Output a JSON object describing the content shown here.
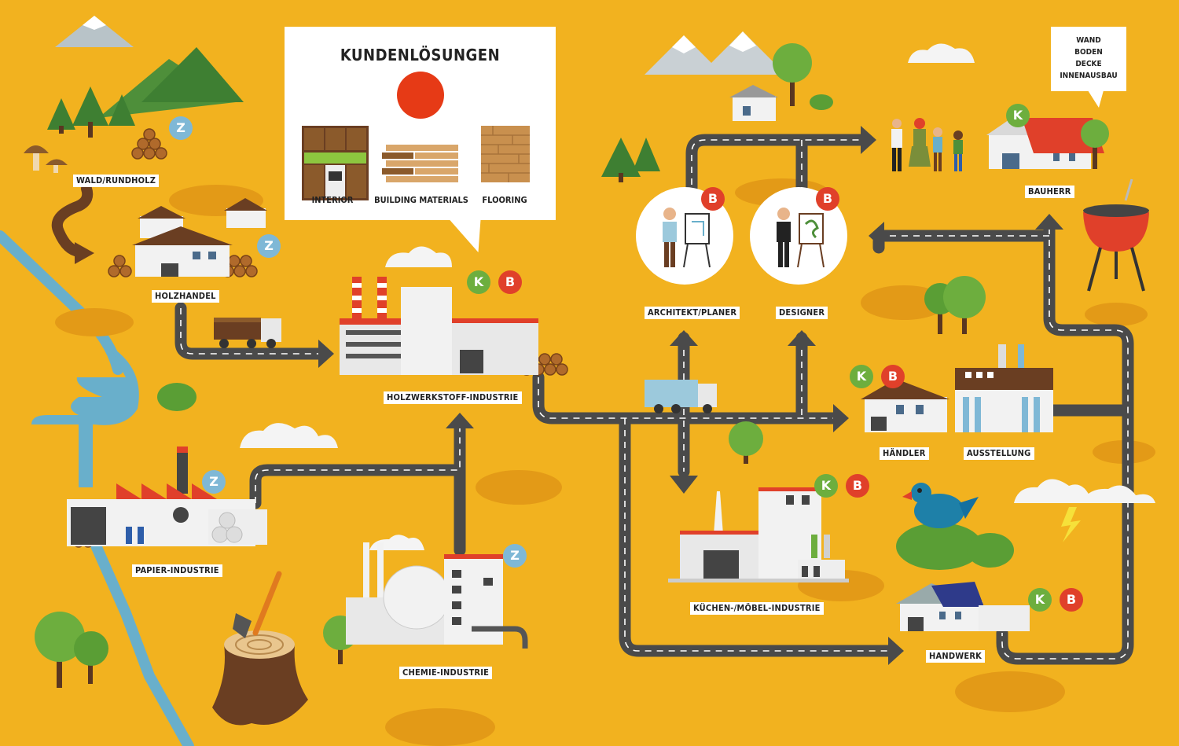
{
  "callout": {
    "title": "KUNDENLÖSUNGEN",
    "items": [
      "INTERIOR",
      "BUILDING MATERIALS",
      "FLOORING"
    ]
  },
  "note": {
    "lines": [
      "WAND",
      "BODEN",
      "DECKE",
      "INNENAUSBAU"
    ]
  },
  "labels": {
    "wald": "WALD/RUNDHOLZ",
    "holzhandel": "HOLZHANDEL",
    "holzwerkstoff": "HOLZWERKSTOFF-INDUSTRIE",
    "papier": "PAPIER-INDUSTRIE",
    "chemie": "CHEMIE-INDUSTRIE",
    "architekt": "ARCHITEKT/PLANER",
    "designer": "DESIGNER",
    "bauherr": "BAUHERR",
    "haendler": "HÄNDLER",
    "ausstellung": "AUSSTELLUNG",
    "kuechen": "KÜCHEN-/MÖBEL-INDUSTRIE",
    "handwerk": "HANDWERK"
  },
  "badges": {
    "k": "K",
    "b": "B",
    "z": "Z"
  },
  "colors": {
    "background": "#F2B21F",
    "road": "#4A4A4A",
    "badge_k": "#6DAE3E",
    "badge_b": "#E0402A",
    "badge_z": "#7FB8D6",
    "river": "#69AFCB",
    "accent_red": "#E63A16"
  }
}
